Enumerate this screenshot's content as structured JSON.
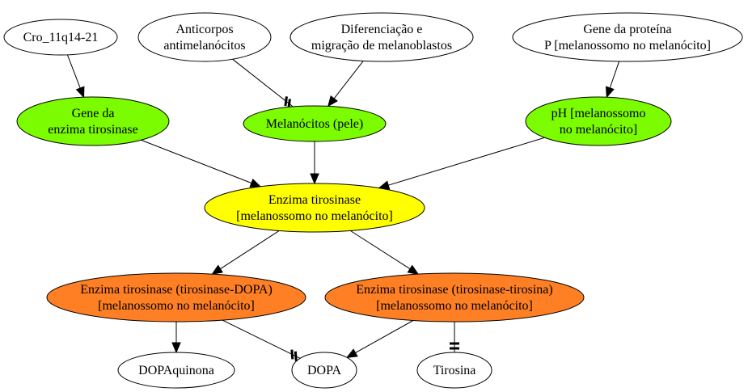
{
  "colors": {
    "white": "#ffffff",
    "green": "#7cfc00",
    "yellow": "#ffff00",
    "orange": "#ff7f24",
    "stroke": "#000000"
  },
  "nodes": {
    "cro": {
      "lines": [
        "Cro_11q14-21"
      ],
      "fill": "white"
    },
    "anticorpos": {
      "lines": [
        "Anticorpos",
        "antimelanócitos"
      ],
      "fill": "white"
    },
    "diferenciacao": {
      "lines": [
        "Diferenciação e",
        "migração de melanoblastos"
      ],
      "fill": "white"
    },
    "gene_proteina_p": {
      "lines": [
        "Gene da proteína",
        "P [melanossomo no melanócito]"
      ],
      "fill": "white"
    },
    "gene_tirosinase": {
      "lines": [
        "Gene da",
        "enzima tirosinase"
      ],
      "fill": "green"
    },
    "melanocitos": {
      "lines": [
        "Melanócitos (pele)"
      ],
      "fill": "green"
    },
    "ph": {
      "lines": [
        "pH [melanossomo",
        "no melanócito]"
      ],
      "fill": "green"
    },
    "enzima_tirosinase": {
      "lines": [
        "Enzima tirosinase",
        "[melanossomo no melanócito]"
      ],
      "fill": "yellow"
    },
    "tirosinase_dopa": {
      "lines": [
        "Enzima tirosinase (tirosinase-DOPA)",
        "[melanossomo no melanócito]"
      ],
      "fill": "orange"
    },
    "tirosinase_tirosina": {
      "lines": [
        "Enzima tirosinase (tirosinase-tirosina)",
        "[melanossomo no melanócito]"
      ],
      "fill": "orange"
    },
    "dopaquinona": {
      "lines": [
        "DOPAquinona"
      ],
      "fill": "white"
    },
    "dopa": {
      "lines": [
        "DOPA"
      ],
      "fill": "white"
    },
    "tirosina": {
      "lines": [
        "Tirosina"
      ],
      "fill": "white"
    }
  },
  "edges": [
    {
      "from": "cro",
      "to": "gene_tirosinase",
      "type": "arrow"
    },
    {
      "from": "anticorpos",
      "to": "melanocitos",
      "type": "inhibit-double"
    },
    {
      "from": "diferenciacao",
      "to": "melanocitos",
      "type": "arrow"
    },
    {
      "from": "gene_proteina_p",
      "to": "ph",
      "type": "arrow"
    },
    {
      "from": "gene_tirosinase",
      "to": "enzima_tirosinase",
      "type": "arrow"
    },
    {
      "from": "melanocitos",
      "to": "enzima_tirosinase",
      "type": "arrow"
    },
    {
      "from": "ph",
      "to": "enzima_tirosinase",
      "type": "arrow"
    },
    {
      "from": "enzima_tirosinase",
      "to": "tirosinase_dopa",
      "type": "arrow"
    },
    {
      "from": "enzima_tirosinase",
      "to": "tirosinase_tirosina",
      "type": "arrow"
    },
    {
      "from": "tirosinase_dopa",
      "to": "dopaquinona",
      "type": "arrow"
    },
    {
      "from": "tirosinase_dopa",
      "to": "dopa",
      "type": "inhibit-double"
    },
    {
      "from": "tirosinase_tirosina",
      "to": "dopa",
      "type": "arrow"
    },
    {
      "from": "tirosinase_tirosina",
      "to": "tirosina",
      "type": "inhibit-parallel"
    }
  ]
}
